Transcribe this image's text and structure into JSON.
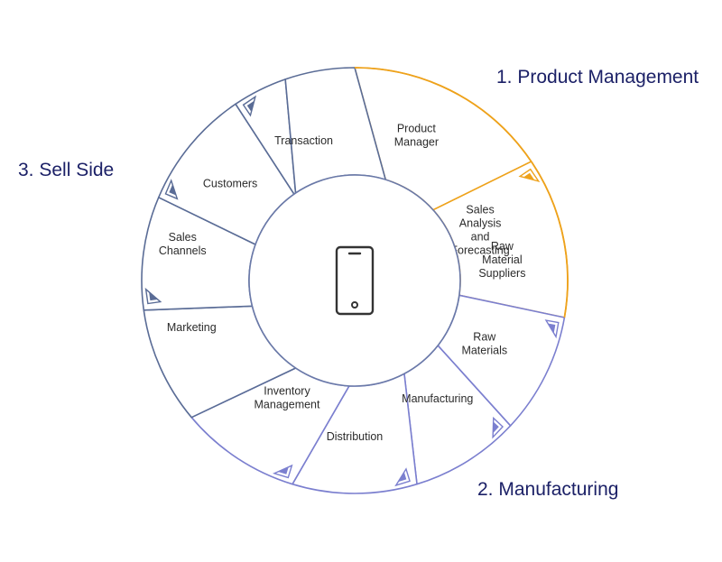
{
  "groups": [
    {
      "id": "product",
      "label": "1. Product Management",
      "color": "#eea21b"
    },
    {
      "id": "manufacturing",
      "label": "2. Manufacturing",
      "color": "#7b7fcf"
    },
    {
      "id": "sell",
      "label": "3. Sell Side",
      "color": "#5a6c96"
    }
  ],
  "segments": [
    {
      "name": "product-manager",
      "lines": [
        "Product",
        "Manager"
      ],
      "group": "product"
    },
    {
      "name": "sales-analysis",
      "lines": [
        "Sales",
        "Analysis",
        "and",
        "Forecasting"
      ],
      "group": "product"
    },
    {
      "name": "raw-material-suppliers",
      "lines": [
        "Raw",
        "Material",
        "Suppliers"
      ],
      "group": "manufacturing"
    },
    {
      "name": "raw-materials",
      "lines": [
        "Raw",
        "Materials"
      ],
      "group": "manufacturing"
    },
    {
      "name": "manufacturing",
      "lines": [
        "Manufacturing"
      ],
      "group": "manufacturing"
    },
    {
      "name": "distribution",
      "lines": [
        "Distribution"
      ],
      "group": "manufacturing"
    },
    {
      "name": "inventory-management",
      "lines": [
        "Inventory",
        "Management"
      ],
      "group": "sell"
    },
    {
      "name": "marketing",
      "lines": [
        "Marketing"
      ],
      "group": "sell"
    },
    {
      "name": "sales-channels",
      "lines": [
        "Sales",
        "Channels"
      ],
      "group": "sell"
    },
    {
      "name": "customers",
      "lines": [
        "Customers"
      ],
      "group": "sell"
    },
    {
      "name": "transaction",
      "lines": [
        "Transaction"
      ],
      "group": "sell"
    }
  ],
  "center_icon": "smartphone-icon",
  "colors": {
    "inner_ring": "#6a79a8",
    "icon": "#333333",
    "label_text": "#2b2b2b",
    "group_label": "#1c2167"
  }
}
